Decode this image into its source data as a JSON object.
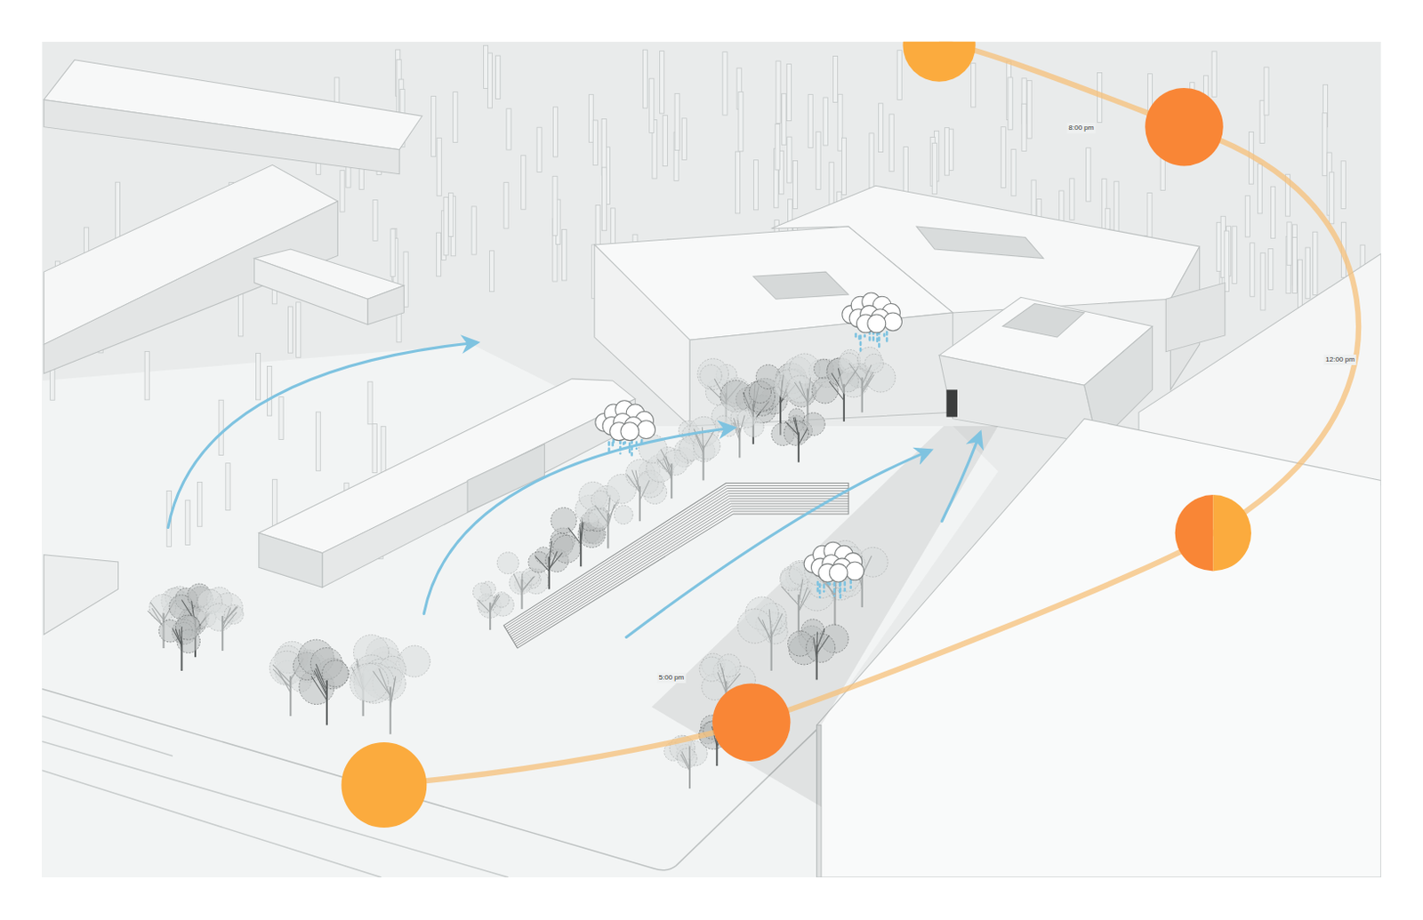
{
  "diagram": {
    "labels": [
      "8:00 pm",
      "12:00 pm",
      "5:00 pm"
    ]
  }
}
